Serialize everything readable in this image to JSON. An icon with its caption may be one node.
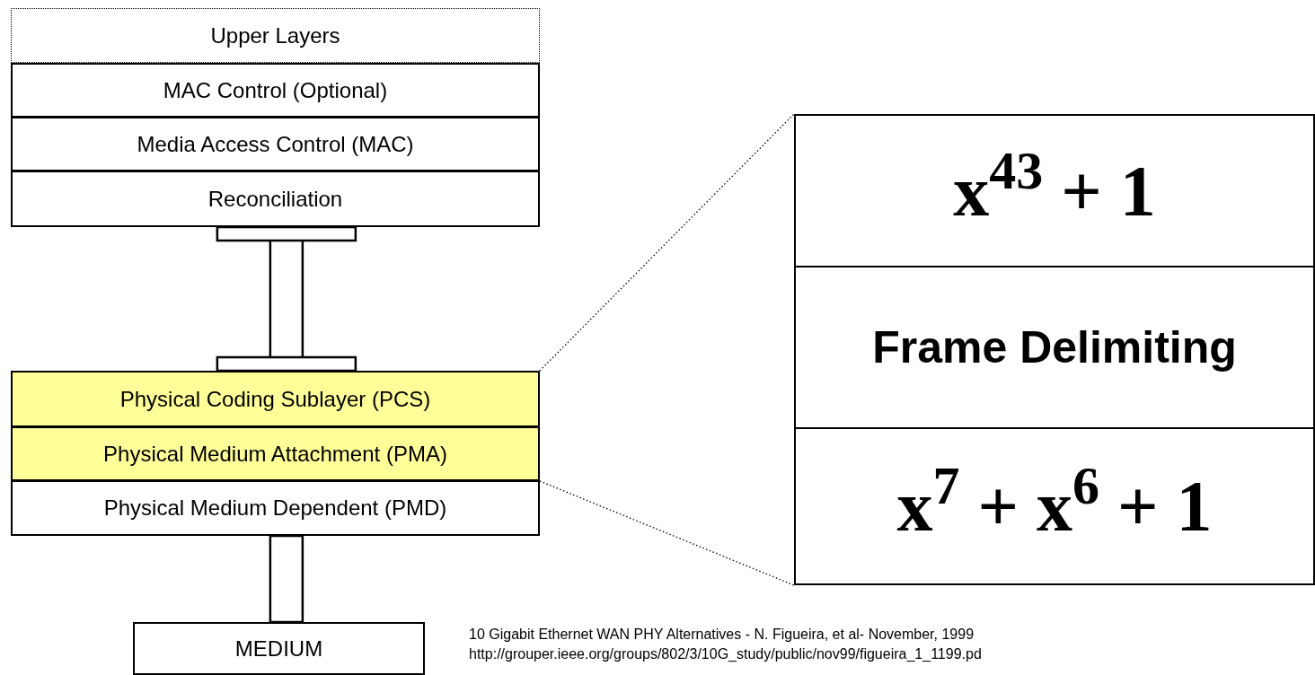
{
  "diagram": {
    "nodes": [
      {
        "text": [
          "Upper Layers"
        ]
      },
      {
        "text": [
          "MAC Control (Optional)"
        ]
      },
      {
        "text": [
          "Media Access Control (MAC)"
        ]
      },
      {
        "text": [
          "Reconciliation"
        ]
      },
      {
        "text": [
          "Physical Coding Sublayer (PCS)"
        ]
      },
      {
        "text": [
          "Physical Medium Attachment (PMA)"
        ]
      },
      {
        "text": [
          "Physical Medium Dependent (PMD)"
        ]
      },
      {
        "text": [
          "MEDIUM"
        ]
      },
      {
        "text": [],
        "shape": "box"
      },
      {
        "text": [
          "x$^{43}$ + 1"
        ],
        "in": 8
      },
      {
        "text": [
          "Frame Delimiting"
        ],
        "in": 8
      },
      {
        "text": [
          "x$^{7}$ + x$^{6}$ + 1"
        ],
        "in": 8
      }
    ],
    "edges": [
      {
        "from": 3,
        "to": 4,
        "arrow": "other",
        "style": "thick"
      },
      {
        "from": 6,
        "to": 7,
        "arrow": "none",
        "style": "thick"
      },
      {
        "from": 4,
        "to": 8,
        "arrow": "none",
        "style": "dashed"
      },
      {
        "from": 5,
        "to": 8,
        "arrow": "none",
        "style": "dashed"
      }
    ],
    "labels": [
      "10 Gigabit Ethernet WAN PHY Alternatives - N. Figueira, et al- November, 1999",
      "http://grouper.ieee.org/groups/802/3/10G_study/public/nov99/figueira_1_1199.pd"
    ]
  }
}
